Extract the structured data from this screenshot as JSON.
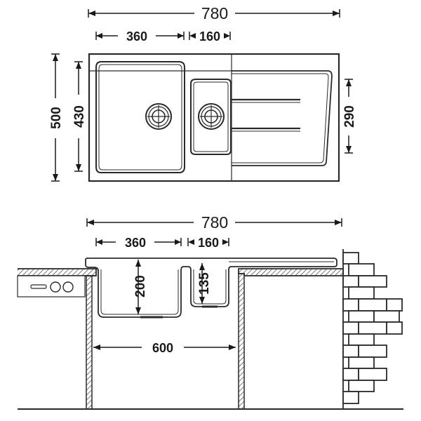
{
  "top_view": {
    "overall_width": "780",
    "main_bowl_width": "360",
    "small_bowl_width": "160",
    "overall_depth": "500",
    "main_bowl_depth": "430",
    "small_bowl_depth": "290"
  },
  "side_view": {
    "overall_width": "780",
    "main_bowl_width": "360",
    "small_bowl_width": "160",
    "main_bowl_height": "200",
    "small_bowl_height": "135",
    "cabinet_width": "600"
  }
}
